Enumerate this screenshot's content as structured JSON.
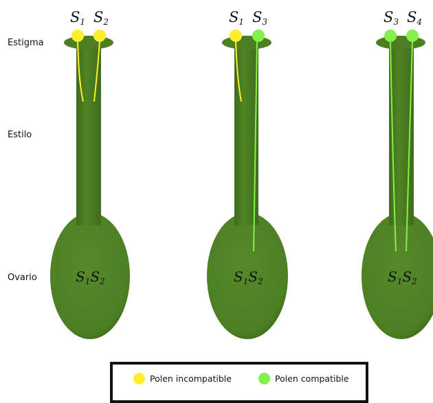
{
  "rows": {
    "stigma": "Estigma",
    "style": "Estilo",
    "ovary": "Ovario"
  },
  "pistils": [
    {
      "pollen": [
        {
          "base": "S",
          "sub": "1",
          "type": "incompatible"
        },
        {
          "base": "S",
          "sub": "2",
          "type": "incompatible"
        }
      ],
      "ovary_genotype": [
        {
          "base": "S",
          "sub": "1"
        },
        {
          "base": "S",
          "sub": "2"
        }
      ]
    },
    {
      "pollen": [
        {
          "base": "S",
          "sub": "1",
          "type": "incompatible"
        },
        {
          "base": "S",
          "sub": "3",
          "type": "compatible"
        }
      ],
      "ovary_genotype": [
        {
          "base": "S",
          "sub": "1"
        },
        {
          "base": "S",
          "sub": "2"
        }
      ]
    },
    {
      "pollen": [
        {
          "base": "S",
          "sub": "3",
          "type": "compatible"
        },
        {
          "base": "S",
          "sub": "4",
          "type": "compatible"
        }
      ],
      "ovary_genotype": [
        {
          "base": "S",
          "sub": "1"
        },
        {
          "base": "S",
          "sub": "2"
        }
      ]
    }
  ],
  "legend": {
    "incompatible": "Polen incompatible",
    "compatible": "Polen compatible"
  },
  "colors": {
    "pistil": "#4c7f22",
    "pistil_dark": "#3d6a1a",
    "incompatible": "#ffee2a",
    "compatible": "#86f04a",
    "text": "#111111"
  }
}
